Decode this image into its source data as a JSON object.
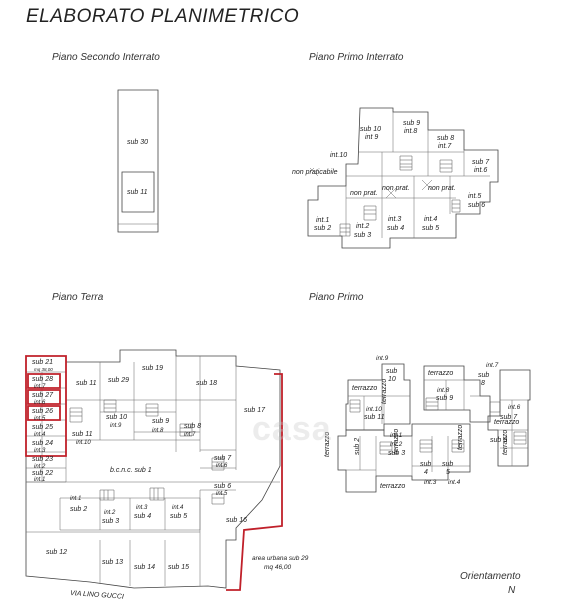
{
  "title": "ELABORATO PLANIMETRICO",
  "sheets": {
    "b2": "Piano Secondo Interrato",
    "b1": "Piano Primo Interrato",
    "gf": "Piano Terra",
    "p1": "Piano Primo"
  },
  "b2_labels": [
    "sub 30",
    "sub 11"
  ],
  "b1_labels": [
    "sub 10",
    "int 9",
    "sub 9",
    "int.8",
    "sub 8",
    "int.7",
    "int.10",
    "sub 7",
    "int.6",
    "non praticabile",
    "non prat.",
    "non prat.",
    "non prat.",
    "int.5",
    "sub 6",
    "int.1",
    "sub 2",
    "int.2",
    "sub 3",
    "int.3",
    "sub 4",
    "int.4",
    "sub 5"
  ],
  "gf_labels": [
    "sub 21",
    "mq 38,00",
    "sub 28",
    "int.7",
    "sub 27",
    "int.6",
    "sub 26",
    "int.5",
    "sub 25",
    "int.4",
    "sub 24",
    "int.3",
    "sub 23",
    "int.2",
    "sub 22",
    "int.1",
    "sub 11",
    "sub 29",
    "sub 19",
    "sub 18",
    "sub 17",
    "sub 10",
    "int.9",
    "sub 9",
    "int.8",
    "sub 11",
    "int.10",
    "sub 8",
    "int.7",
    "sub 7",
    "int.6",
    "b.c.n.c. sub 1",
    "int.1",
    "sub 2",
    "int.2",
    "sub 3",
    "int.3",
    "sub 4",
    "int.4",
    "sub 5",
    "sub 6",
    "int.5",
    "sub 16",
    "sub 12",
    "sub 13",
    "sub 14",
    "sub 15",
    "area urbana sub 29",
    "mq 46,00",
    "VIA LINO GUCCI"
  ],
  "p1_labels": [
    "int.9",
    "sub",
    "10",
    "terrazzo",
    "terrazzo",
    "int.10",
    "sub 11",
    "terrazzo",
    "int.8",
    "sub 9",
    "sub",
    "8",
    "int.7",
    "int.6",
    "sub 7",
    "sub 6",
    "terrazzo",
    "terrazzo",
    "sub 2",
    "int.1",
    "int.2",
    "sub 3",
    "terrazzo",
    "terrazzo",
    "sub",
    "4",
    "sub",
    "5",
    "int.3",
    "int.4",
    "terrazzo",
    "terrazzo"
  ],
  "watermark": "casa",
  "orientation": {
    "label": "Orientamento",
    "north": "N"
  }
}
